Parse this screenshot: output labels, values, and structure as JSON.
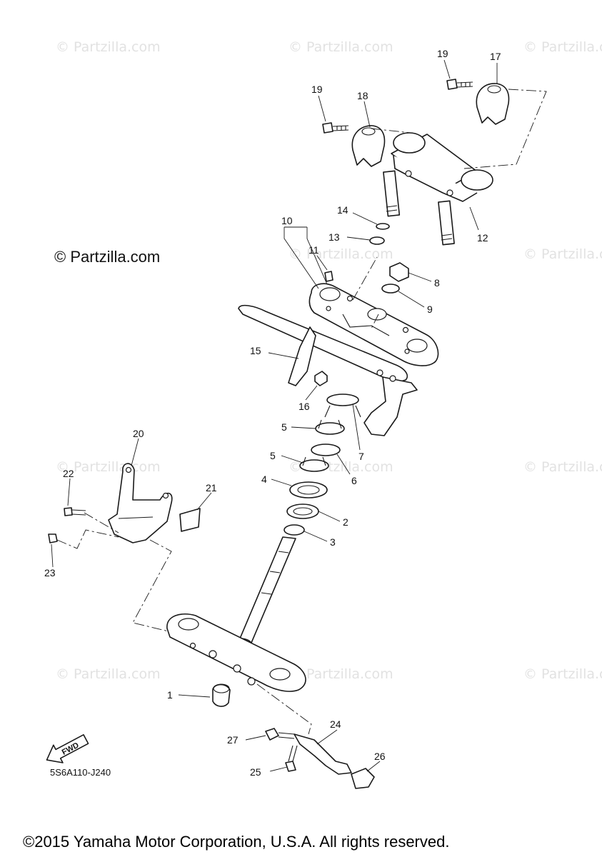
{
  "watermark": "© Partzilla.com",
  "watermark_main": "© Partzilla.com",
  "diagram_code": "5S6A110-J240",
  "fwd_label": "FWD",
  "copyright": "©2015 Yamaha Motor Corporation, U.S.A. All rights reserved.",
  "callouts": [
    "1",
    "2",
    "3",
    "4",
    "5",
    "5",
    "6",
    "7",
    "8",
    "9",
    "10",
    "11",
    "12",
    "13",
    "14",
    "15",
    "16",
    "17",
    "18",
    "19",
    "19",
    "20",
    "21",
    "22",
    "23",
    "24",
    "25",
    "26",
    "27"
  ]
}
